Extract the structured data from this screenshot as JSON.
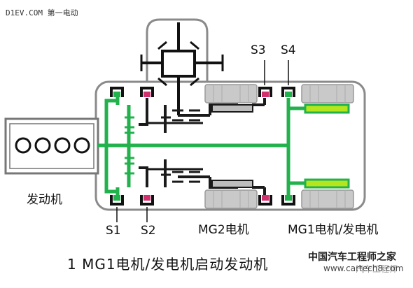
{
  "watermark_top": "D1EV.COM 第一电动",
  "labels": {
    "engine": "发动机",
    "s1": "S1",
    "s2": "S2",
    "s3": "S3",
    "s4": "S4",
    "mg2": "MG2电机",
    "mg1": "MG1电机/发电机"
  },
  "caption": "1   MG1电机/发电机启动发动机",
  "watermark_bottom": {
    "brand": "中国汽车工程师之家",
    "url": "www.cartech8.com",
    "badge": "汽车工程师"
  },
  "colors": {
    "active_path": "#22b14c",
    "clutch": "#d0306e",
    "motor": "#c9c9c9",
    "mg1_rotor": "#b5e61d",
    "frame": "#8a8a8a",
    "mechanical": "#1a1a1a"
  }
}
